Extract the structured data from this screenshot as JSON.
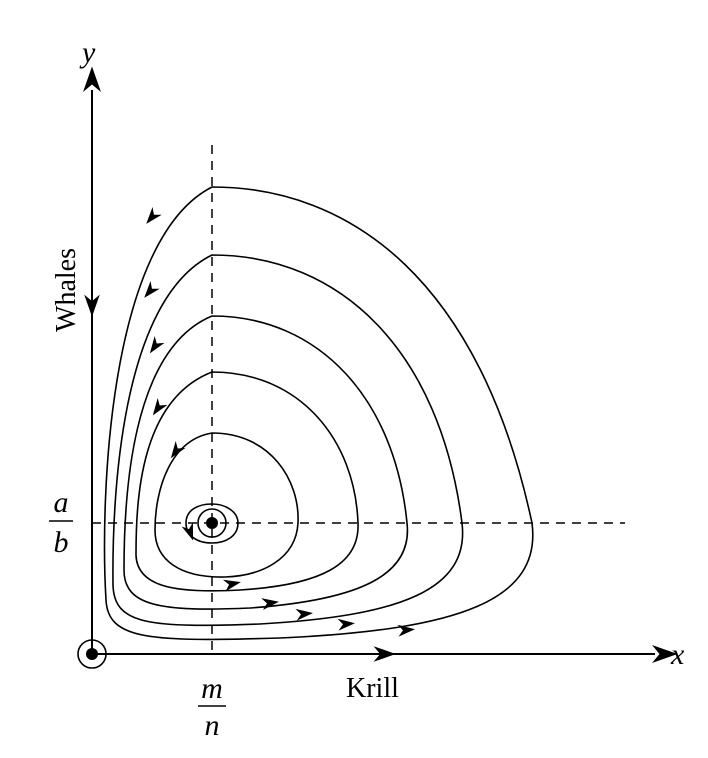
{
  "axes": {
    "x_symbol": "x",
    "y_symbol": "y",
    "x_name": "Krill",
    "y_name": "Whales"
  },
  "equilibrium_labels": {
    "x_numerator": "m",
    "x_denominator": "n",
    "y_numerator": "a",
    "y_denominator": "b"
  },
  "trajectory_count": 6,
  "colors": {
    "ink": "#000000",
    "background": "#ffffff"
  }
}
